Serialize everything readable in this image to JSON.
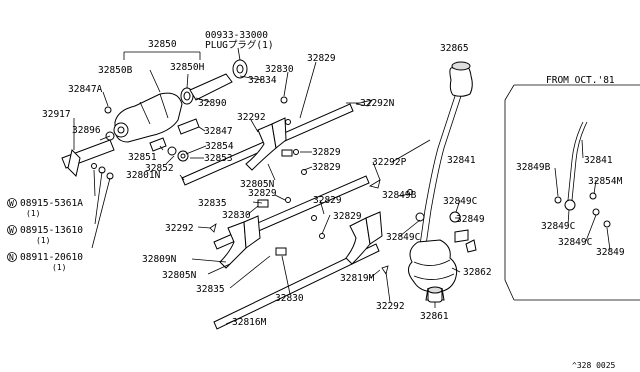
{
  "labels": {
    "p32850": "32850",
    "p00933": "00933-33000",
    "plug": "PLUGプラグ(1)",
    "p32865": "32865",
    "p32850B": "32850B",
    "p32850H": "32850H",
    "p32830a": "32830",
    "p32829a": "32829",
    "p32847A": "32847A",
    "p32834": "32834",
    "p32292N": "32292N",
    "p32890": "32890",
    "p32917": "32917",
    "p32292a": "32292",
    "p32896": "32896",
    "p32847": "32847",
    "p32854": "32854",
    "p32851": "32851",
    "p32853": "32853",
    "p32852": "32852",
    "p32829b": "32829",
    "p32829c": "32829",
    "p32805N": "32805N",
    "p32292P": "32292P",
    "p32841": "32841",
    "p32801N": "32801N",
    "p32849B": "32849B",
    "p32849C": "32849C",
    "p32835a": "32835",
    "p32829d": "32829",
    "p32830b": "32830",
    "p32829e": "32829",
    "p32849": "32849",
    "p08915a": "08915-5361A",
    "q1a": "(1)",
    "p08915b": "08915-13610",
    "q1b": "(1)",
    "p32292b": "32292",
    "p32829f": "32829",
    "p32849C2": "32849C",
    "p08911": "08911-20610",
    "q1c": "(1)",
    "p32809N": "32809N",
    "p32805N2": "32805N",
    "p32819M": "32819M",
    "p32862": "32862",
    "p32835b": "32835",
    "p32830c": "32830",
    "p32292c": "32292",
    "p32816M": "32816M",
    "p32861": "32861",
    "fromOct": "FROM OCT.'81",
    "i32849B": "32849B",
    "i32841": "32841",
    "i32854M": "32854M",
    "i32849C": "32849C",
    "i32849C2": "32849C",
    "i32849": "32849",
    "code": "^328  0025"
  },
  "circled": {
    "w1": "W",
    "w2": "W",
    "n1": "N"
  }
}
